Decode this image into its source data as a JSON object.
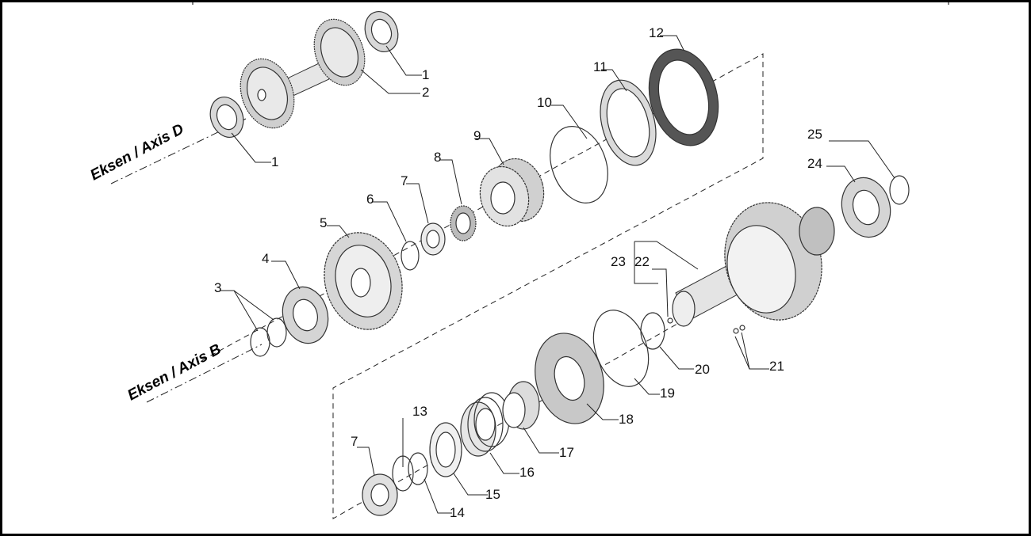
{
  "diagram": {
    "axis_labels": {
      "axis_d": "Eksen / Axis D",
      "axis_b": "Eksen / Axis B"
    },
    "callouts": [
      "1",
      "2",
      "1",
      "3",
      "4",
      "5",
      "6",
      "7",
      "8",
      "9",
      "10",
      "11",
      "12",
      "13",
      "7",
      "14",
      "15",
      "16",
      "17",
      "18",
      "19",
      "20",
      "21",
      "22",
      "23",
      "24",
      "25"
    ]
  },
  "colors": {
    "line": "#222222",
    "part_light": "#e6e6e6",
    "part_mid": "#bdbdbd",
    "part_dark": "#555555",
    "background": "#ffffff"
  }
}
